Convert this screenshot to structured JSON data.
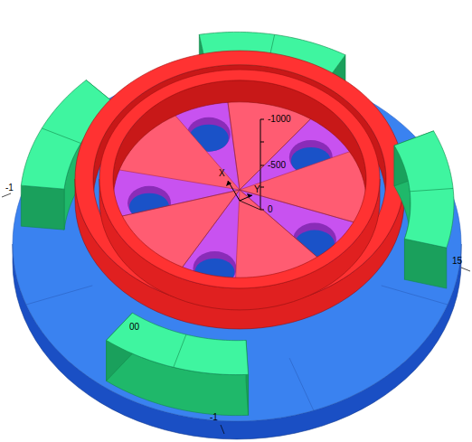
{
  "diagram": {
    "labels": [
      "-1000",
      "-500",
      "0",
      "X",
      "Y",
      "00",
      "-1",
      "15",
      "-1"
    ]
  }
}
